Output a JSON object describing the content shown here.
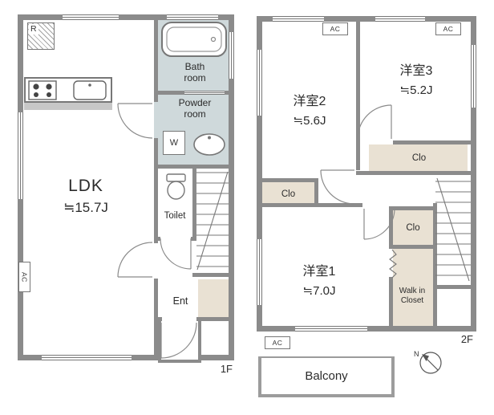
{
  "colors": {
    "wall": "#8b8b8b",
    "wet_room": "#cfd9db",
    "closet": "#e9e1d3",
    "line": "#777777",
    "text": "#2b2b2b"
  },
  "floor1": {
    "floor_label": "1F",
    "ldk": {
      "name": "LDK",
      "area": "≒15.7J"
    },
    "bath": {
      "name_line1": "Bath",
      "name_line2": "room"
    },
    "powder": {
      "name_line1": "Powder",
      "name_line2": "room"
    },
    "toilet": {
      "name": "Toilet"
    },
    "entrance": {
      "name": "Ent"
    },
    "refrigerator": {
      "label": "R"
    },
    "washer": {
      "label": "W"
    },
    "ac_unit": {
      "label": "AC"
    }
  },
  "floor2": {
    "floor_label": "2F",
    "room1": {
      "name": "洋室1",
      "area": "≒7.0J"
    },
    "room2": {
      "name": "洋室2",
      "area": "≒5.6J"
    },
    "room3": {
      "name": "洋室3",
      "area": "≒5.2J"
    },
    "closet_room1": {
      "label": "Clo"
    },
    "closet_room2": {
      "label": "Clo"
    },
    "closet_room3": {
      "label": "Clo"
    },
    "walk_in_closet": {
      "name_line1": "Walk in",
      "name_line2": "Closet"
    },
    "balcony": {
      "name": "Balcony"
    },
    "ac_room1": {
      "label": "AC"
    },
    "ac_room2": {
      "label": "AC"
    },
    "ac_room3": {
      "label": "AC"
    },
    "compass": {
      "label": "N"
    }
  }
}
